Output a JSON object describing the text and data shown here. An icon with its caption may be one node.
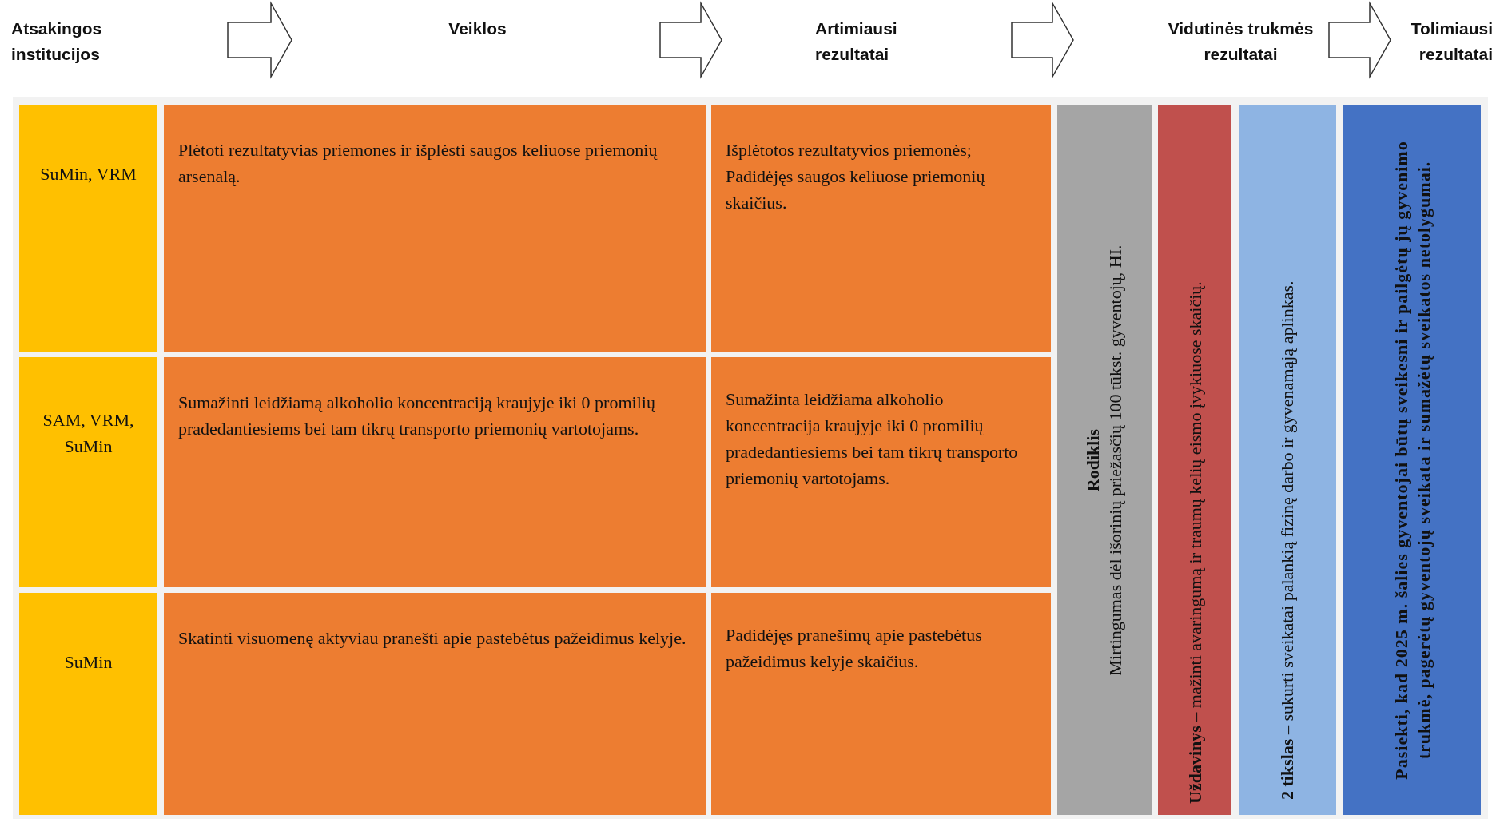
{
  "diagram": {
    "nodes": [
      {
        "text": [
          "SuMin, VRM"
        ]
      },
      {
        "text": [
          "Plėtoti rezultatyvias priemones ir išplėsti saugos keliuose priemonių arsenalą."
        ]
      },
      {
        "text": [
          "Išplėtotos rezultatyvios priemonės;",
          "Padidėjęs saugos keliuose priemonių skaičius."
        ]
      },
      {
        "text": [
          "SAM, VRM, SuMin"
        ]
      },
      {
        "text": [
          "Sumažinti leidžiamą alkoholio koncentraciją kraujyje iki 0 promilių pradedantiesiems bei tam tikrų transporto priemonių vartotojams."
        ]
      },
      {
        "text": [
          "Sumažinta leidžiama alkoholio koncentracija kraujyje iki 0 promilių pradedantiesiems bei tam tikrų transporto priemonių vartotojams."
        ]
      },
      {
        "text": [
          "SuMin"
        ]
      },
      {
        "text": [
          "Skatinti visuomenę aktyviau pranešti apie pastebėtus pažeidimus kelyje."
        ]
      },
      {
        "text": [
          "Padidėjęs pranešimų apie pastebėtus pažeidimus kelyje skaičius."
        ]
      },
      {
        "text": [
          "Rodiklis",
          "Mirtingumas dėl išorinių priežasčių 100 tūkst. gyventojų, HI."
        ]
      },
      {
        "text": [
          "**Uždavinys** – mažinti avaringumą ir traumų kelių eismo įvykiuose skaičių."
        ]
      },
      {
        "text": [
          "**2 tikslas** – sukurti sveikatai palankią fizinę darbo ir gyvenamąją aplinkas."
        ]
      },
      {
        "text": [
          "Pasiekti, kad 2025 m. šalies gyventojai būtų sveikesni ir pailgėtų jų gyvenimo trukmė, pagerėtų gyventojų sveikata ir sumažėtų sveikatos netolygumai."
        ]
      }
    ],
    "labels": [
      "Atsakingos institucijos",
      "Veiklos",
      "Artimiausi rezultatai",
      "Vidutinės trukmės rezultatai",
      "Tolimiausi rezultatai"
    ]
  }
}
